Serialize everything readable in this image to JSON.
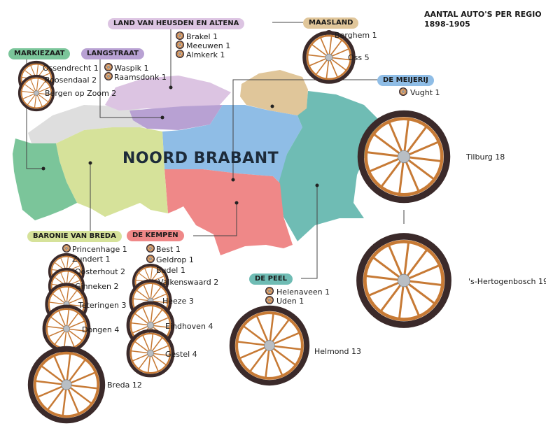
{
  "title": {
    "line1": "AANTAL AUTO'S PER REGIO",
    "line2": "1898-1905"
  },
  "map": {
    "label": "NOORD BRABANT",
    "regions": [
      {
        "id": "markiezaat",
        "name": "MARKIEZAAT",
        "color": "#7bc59a"
      },
      {
        "id": "langstraat",
        "name": "LANGSTRAAT",
        "color": "#b8a1d3"
      },
      {
        "id": "heusden",
        "name": "LAND VAN HEUSDEN EN ALTENA",
        "color": "#dcc4e2"
      },
      {
        "id": "maasland",
        "name": "MAASLAND",
        "color": "#e0c69a"
      },
      {
        "id": "meierij",
        "name": "DE MEIJERIJ",
        "color": "#8fbde6"
      },
      {
        "id": "breda",
        "name": "BARONIE VAN BREDA",
        "color": "#d6e29a"
      },
      {
        "id": "kempen",
        "name": "DE KEMPEN",
        "color": "#ef8888"
      },
      {
        "id": "peel",
        "name": "DE PEEL",
        "color": "#6fbcb4"
      }
    ]
  },
  "places": [
    {
      "name": "Ossendrecht",
      "count": 1,
      "label": "Ossendrecht 1"
    },
    {
      "name": "Roosendaal",
      "count": 2,
      "label": "Roosendaal 2"
    },
    {
      "name": "Bergen op Zoom",
      "count": 2,
      "label": "Bergen op Zoom 2"
    },
    {
      "name": "Waspik",
      "count": 1,
      "label": "Waspik 1"
    },
    {
      "name": "Raamsdonk",
      "count": 1,
      "label": "Raamsdonk 1"
    },
    {
      "name": "Brakel",
      "count": 1,
      "label": "Brakel 1"
    },
    {
      "name": "Meeuwen",
      "count": 1,
      "label": "Meeuwen 1"
    },
    {
      "name": "Almkerk",
      "count": 1,
      "label": "Almkerk 1"
    },
    {
      "name": "Berghem",
      "count": 1,
      "label": "Berghem 1"
    },
    {
      "name": "Oss",
      "count": 5,
      "label": "Oss 5"
    },
    {
      "name": "Vught",
      "count": 1,
      "label": "Vught 1"
    },
    {
      "name": "Tilburg",
      "count": 18,
      "label": "Tilburg 18"
    },
    {
      "name": "'s-Hertogenbosch",
      "count": 19,
      "label": "'s-Hertogenbosch 19"
    },
    {
      "name": "Princenhage",
      "count": 1,
      "label": "Princenhage 1"
    },
    {
      "name": "Zundert",
      "count": 1,
      "label": "Zundert 1"
    },
    {
      "name": "Oosterhout",
      "count": 2,
      "label": "Oosterhout 2"
    },
    {
      "name": "Ginneken",
      "count": 2,
      "label": "Ginneken 2"
    },
    {
      "name": "Teteringen",
      "count": 3,
      "label": "Teteringen 3"
    },
    {
      "name": "Dongen",
      "count": 4,
      "label": "Dongen 4"
    },
    {
      "name": "Breda",
      "count": 12,
      "label": "Breda 12"
    },
    {
      "name": "Best",
      "count": 1,
      "label": "Best 1"
    },
    {
      "name": "Geldrop",
      "count": 1,
      "label": "Geldrop 1"
    },
    {
      "name": "Budel",
      "count": 1,
      "label": "Budel 1"
    },
    {
      "name": "Valkenswaard",
      "count": 2,
      "label": "Valkenswaard 2"
    },
    {
      "name": "Heeze",
      "count": 3,
      "label": "Heeze 3"
    },
    {
      "name": "Eindhoven",
      "count": 4,
      "label": "Eindhoven 4"
    },
    {
      "name": "Gestel",
      "count": 4,
      "label": "Gestel 4"
    },
    {
      "name": "Helenaveen",
      "count": 1,
      "label": "Helenaveen 1"
    },
    {
      "name": "Uden",
      "count": 1,
      "label": "Uden 1"
    },
    {
      "name": "Helmond",
      "count": 13,
      "label": "Helmond 13"
    }
  ],
  "colors": {
    "wheel_wood": "#c77a35",
    "wheel_tire": "#3b2a2a",
    "wheel_hub": "#b8bec4",
    "unassigned_land": "#dedede",
    "leader_line": "#444444"
  }
}
